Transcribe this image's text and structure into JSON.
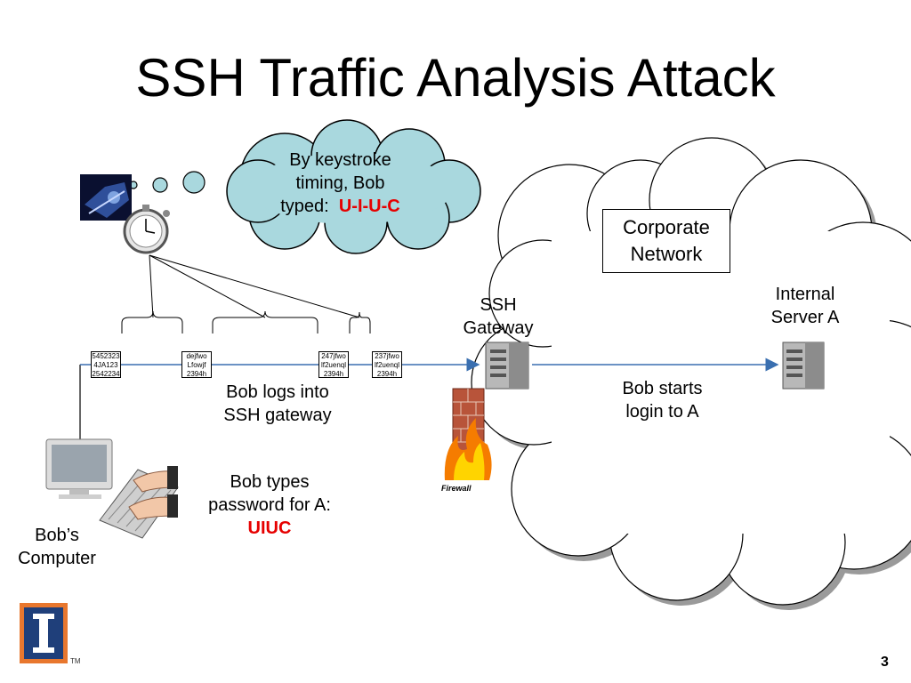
{
  "slide": {
    "title": "SSH Traffic Analysis Attack",
    "page_number": "3"
  },
  "thought_bubble": {
    "line1": "By keystroke",
    "line2": "timing, Bob",
    "line3_prefix": "typed:",
    "line3_highlight": "U-I-U-C"
  },
  "corporate_network": {
    "label_line1": "Corporate",
    "label_line2": "Network"
  },
  "ssh_gateway": {
    "line1": "SSH",
    "line2": "Gateway"
  },
  "internal_server": {
    "line1": "Internal",
    "line2": "Server A"
  },
  "bob_computer": {
    "line1": "Bob’s",
    "line2": "Computer"
  },
  "captions": {
    "logs_in_line1": "Bob logs into",
    "logs_in_line2": "SSH gateway",
    "starts_login_line1": "Bob starts",
    "starts_login_line2": "login to A",
    "types_line1": "Bob types",
    "types_line2": "password for A:",
    "types_highlight": "UIUC"
  },
  "packets": [
    {
      "lines": [
        "5452323",
        "4JA123",
        "2542234"
      ]
    },
    {
      "lines": [
        "dejfwo",
        "Lfowjf",
        "2394h"
      ]
    },
    {
      "lines": [
        "247jfwo",
        "lf2uenql",
        "2394h"
      ]
    },
    {
      "lines": [
        "237jfwo",
        "lf2uenql",
        "2394h"
      ]
    }
  ],
  "firewall": {
    "label": "Firewall"
  },
  "colors": {
    "bubble_fill": "#a9d8de",
    "cloud_fill": "#ffffff",
    "highlight": "#e60000",
    "logo_blue": "#1f3f7a",
    "logo_orange": "#e8772e"
  },
  "icons": [
    "spy-photo-icon",
    "stopwatch-icon",
    "server-icon",
    "firewall-icon",
    "computer-icon",
    "keyboard-hands-icon",
    "illinois-logo-icon"
  ]
}
